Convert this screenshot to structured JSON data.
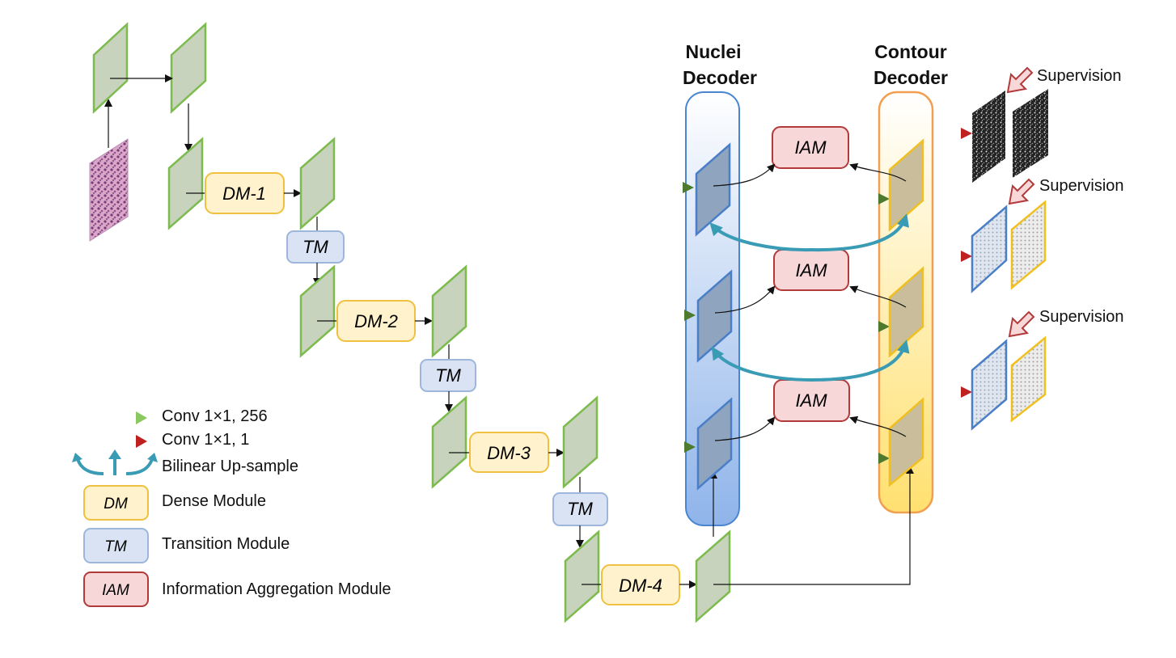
{
  "decoders": {
    "nuclei": [
      "Nuclei",
      "Decoder"
    ],
    "contour": [
      "Contour",
      "Decoder"
    ]
  },
  "modules": {
    "dm": [
      "DM-1",
      "DM-2",
      "DM-3",
      "DM-4"
    ],
    "tm": [
      "TM",
      "TM",
      "TM"
    ],
    "iam": [
      "IAM",
      "IAM",
      "IAM"
    ]
  },
  "supervision": [
    "Supervision",
    "Supervision",
    "Supervision"
  ],
  "legend": {
    "conv256": "Conv 1×1, 256",
    "conv1": "Conv 1×1, 1",
    "upsample": "Bilinear Up-sample",
    "dm_box": "DM",
    "dm_text": "Dense Module",
    "tm_box": "TM",
    "tm_text": "Transition Module",
    "iam_box": "IAM",
    "iam_text": "Information Aggregation Module"
  },
  "colors": {
    "feature_green": "#c7d3bc",
    "feature_edge": "#7dbb4e",
    "dm_fill": "#fff2cc",
    "dm_edge": "#f0c040",
    "tm_fill": "#dae3f3",
    "tm_edge": "#9db7dc",
    "iam_fill": "#f8d7d9",
    "iam_edge": "#b23a3a",
    "nuclei_panel": "#4a86d0",
    "contour_panel": "#f0a050",
    "upsample": "#3a9bb5"
  }
}
